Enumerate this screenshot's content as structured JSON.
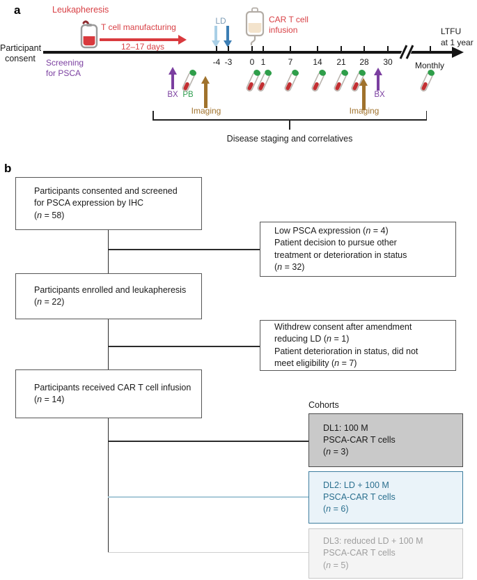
{
  "panel_a": {
    "label": "a",
    "participant_consent": "Participant\nconsent",
    "leukapheresis": "Leukapheresis",
    "screening": "Screening\nfor PSCA",
    "manufacturing": "T cell manufacturing",
    "manufacturing_duration": "12–17 days",
    "ld": "LD",
    "car_t_infusion": "CAR T cell\ninfusion",
    "ltfu": "LTFU\nat 1 year",
    "ticks": [
      "-4",
      "-3",
      "0",
      "1",
      "7",
      "14",
      "21",
      "28",
      "30"
    ],
    "monthly": "Monthly",
    "bx": "BX",
    "pb": "PB",
    "imaging": "Imaging",
    "bracket_label": "Disease staging and correlatives"
  },
  "panel_b": {
    "label": "b",
    "box_screened": "Participants consented and screened\nfor PSCA expression by IHC\n(n = 58)",
    "box_excluded1": "Low PSCA expression (n = 4)\nPatient decision to pursue other\ntreatment or deterioration in status\n(n = 32)",
    "box_enrolled": "Participants enrolled and leukapheresis\n(n = 22)",
    "box_excluded2": "Withdrew consent after amendment\nreducing LD (n = 1)\nPatient deterioration in status, did not\nmeet eligibility (n = 7)",
    "box_infused": "Participants received CAR T cell infusion\n(n = 14)",
    "cohorts_label": "Cohorts",
    "box_dl1": "DL1: 100 M\nPSCA-CAR T cells\n(n = 3)",
    "box_dl2": "DL2: LD + 100 M\nPSCA-CAR T cells\n(n = 6)",
    "box_dl3": "DL3: reduced LD + 100 M\nPSCA-CAR T cells\n(n = 5)"
  },
  "colors": {
    "red": "#d84045",
    "purple": "#7b3fa0",
    "green": "#2f9e4f",
    "brown": "#a0722c",
    "ld_light_blue": "#a9cfe6",
    "ld_dark_blue": "#3c7eb4",
    "dl1_fill": "#c9c9c9",
    "dl2_fill": "#eaf3f9",
    "dl2_accent": "#2a6f8e",
    "dl3_fill": "#f4f4f4",
    "dl3_text": "#9e9e9e"
  }
}
